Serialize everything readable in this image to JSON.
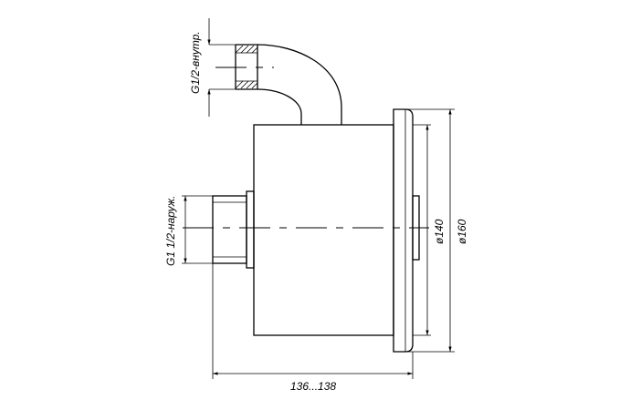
{
  "labels": {
    "inner_thread": "G1/2-внутр.",
    "outer_thread": "G1 1/2-наруж.",
    "diameter_140": "ø140",
    "diameter_160": "ø160",
    "length": "136...138"
  }
}
